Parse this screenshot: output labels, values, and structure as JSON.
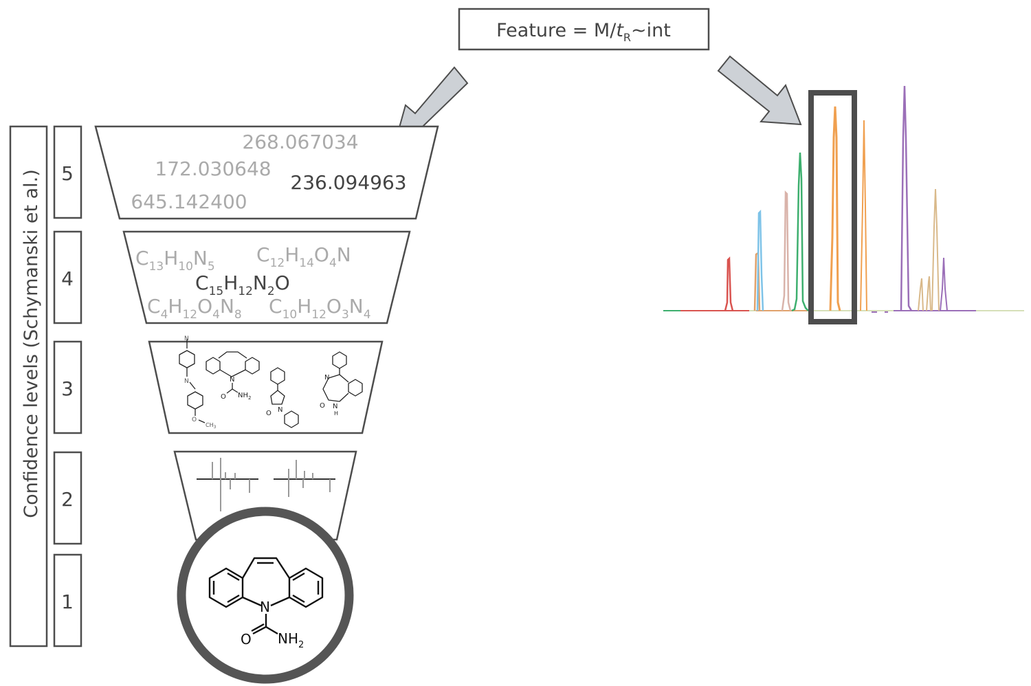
{
  "feature_box": {
    "prefix": "Feature = M/",
    "t": "t",
    "r_sub": "R",
    "suffix": "~int"
  },
  "side_label": "Confidence levels (Schymanski et al.)",
  "levels": [
    "5",
    "4",
    "3",
    "2",
    "1"
  ],
  "level5_masses": [
    {
      "text": "268.067034",
      "highlight": false
    },
    {
      "text": "172.030648",
      "highlight": false
    },
    {
      "text": "236.094963",
      "highlight": true
    },
    {
      "text": "645.142400",
      "highlight": false
    }
  ],
  "level4_formulas": [
    {
      "parts": [
        [
          "C",
          ""
        ],
        [
          "13",
          "sub"
        ],
        [
          "H",
          ""
        ],
        [
          "10",
          "sub"
        ],
        [
          "N",
          ""
        ],
        [
          "5",
          "sub"
        ]
      ],
      "highlight": false
    },
    {
      "parts": [
        [
          "C",
          ""
        ],
        [
          "12",
          "sub"
        ],
        [
          "H",
          ""
        ],
        [
          "14",
          "sub"
        ],
        [
          "O",
          ""
        ],
        [
          "4",
          "sub"
        ],
        [
          "N",
          ""
        ]
      ],
      "highlight": false
    },
    {
      "parts": [
        [
          "C",
          ""
        ],
        [
          "15",
          "sub"
        ],
        [
          "H",
          ""
        ],
        [
          "12",
          "sub"
        ],
        [
          "N",
          ""
        ],
        [
          "2",
          "sub"
        ],
        [
          "O",
          ""
        ]
      ],
      "highlight": true
    },
    {
      "parts": [
        [
          "C",
          ""
        ],
        [
          "4",
          "sub"
        ],
        [
          "H",
          ""
        ],
        [
          "12",
          "sub"
        ],
        [
          "O",
          ""
        ],
        [
          "4",
          "sub"
        ],
        [
          "N",
          ""
        ],
        [
          "8",
          "sub"
        ]
      ],
      "highlight": false
    },
    {
      "parts": [
        [
          "C",
          ""
        ],
        [
          "10",
          "sub"
        ],
        [
          "H",
          ""
        ],
        [
          "12",
          "sub"
        ],
        [
          "O",
          ""
        ],
        [
          "3",
          "sub"
        ],
        [
          "N",
          ""
        ],
        [
          "4",
          "sub"
        ]
      ],
      "highlight": false
    }
  ],
  "level3_labels": {
    "n": "N",
    "o": "O",
    "ch3": "CH",
    "ch3_sub": "3",
    "nh2": "NH",
    "nh2_sub": "2",
    "h": "H"
  },
  "level1_molecule": {
    "n": "N",
    "o": "O",
    "nh": "NH",
    "nh_sub": "2"
  },
  "chromatogram": {
    "colors": [
      "#d9534f",
      "#7ec3e8",
      "#e0a16b",
      "#d9b3aa",
      "#3daf6e",
      "#f0a050",
      "#9b6fb8",
      "#d9b98a"
    ],
    "baseline_color": "#c9d7a8"
  },
  "colors": {
    "text_dark": "#444444",
    "text_muted": "#aaaaaa",
    "arrow_fill": "#cdd1d6",
    "outline": "#4d4d4d"
  }
}
